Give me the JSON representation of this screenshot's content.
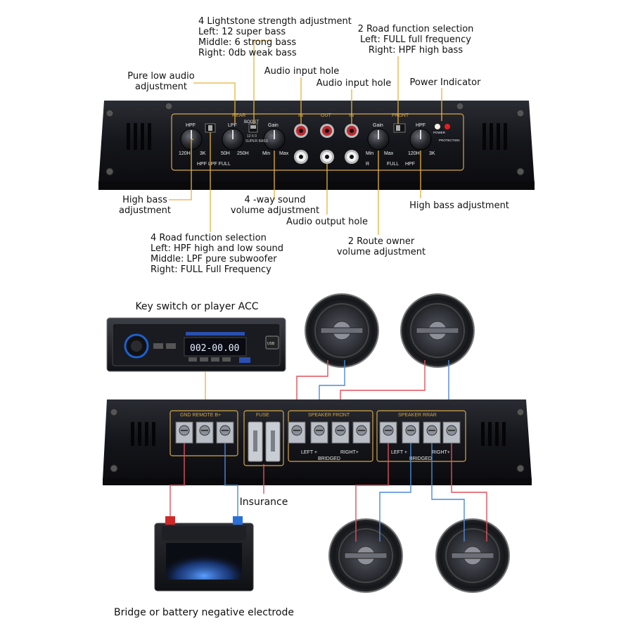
{
  "top_annotations": {
    "lightstone": [
      "4 Lightstone strength adjustment",
      "Left: 12 super bass",
      "Middle: 6 strong bass",
      "Right: 0db weak bass"
    ],
    "road2_select": [
      "2 Road function selection",
      "Left: FULL full frequency",
      "Right: HPF high bass"
    ],
    "pure_low": [
      "Pure low audio",
      "adjustment"
    ],
    "audio_in_1": "Audio input hole",
    "audio_in_2": "Audio input hole",
    "power_indicator": "Power Indicator",
    "high_bass_left": [
      "High bass",
      "adjustment"
    ],
    "volume_4way": [
      "4 -way sound",
      "volume adjustment"
    ],
    "audio_out": "Audio output hole",
    "high_bass_right": "High bass adjustment",
    "route2_volume": [
      "2 Route owner",
      "volume adjustment"
    ],
    "road4_select": [
      "4 Road function selection",
      "Left: HPF high and low sound",
      "Middle: LPF pure subwoofer",
      "Right: FULL Full Frequency"
    ]
  },
  "amp_top_panel": {
    "rear": "REAR",
    "front": "FRONT",
    "boost": "BOOST",
    "boost_marks": "12 6 0",
    "boost_sub": "SUPER BASS",
    "in": "IN",
    "out": "OUT",
    "in2": "IN",
    "hpf": "HPF",
    "lpf": "LPF",
    "gain": "Gain",
    "gain2": "Gain",
    "hpf2": "HPF",
    "k120h": "120H",
    "k3k": "3K",
    "k50h": "50H",
    "k250h": "250H",
    "min": "Min",
    "max": "Max",
    "min2": "Min",
    "max2": "Max",
    "k120h2": "120H",
    "k3k2": "3K",
    "switch_hpf_lpf_full": "HPF LPF FULL",
    "r": "R",
    "full": "FULL",
    "hpf3": "HPF",
    "power": "POWER",
    "protection": "PROTECTION"
  },
  "head_unit": {
    "title": "Key switch or player ACC",
    "display": "002-00.00",
    "usb": "USB"
  },
  "amp_bottom_panel": {
    "gnd_remote": "GND REMOTE B+",
    "fuse": "FUSE",
    "speaker_front": "SPEAKER FRONT",
    "speaker_rear": "SPEAKER RRAR",
    "left_plus": "LEFT +",
    "right_plus": "RIGHT+",
    "bridged": "BRIDGED",
    "left_plus2": "LEFT +",
    "right_plus2": "RIGHT+",
    "bridged2": "BRIDGED"
  },
  "bottom_labels": {
    "insurance": "Insurance",
    "battery": "Bridge or battery negative electrode"
  },
  "colors": {
    "amp_body": "#1b1d24",
    "gold": "#d4a64a",
    "leader": "#e8b13a",
    "wire_red": "#e0505a",
    "wire_blue": "#4a8ad8"
  }
}
